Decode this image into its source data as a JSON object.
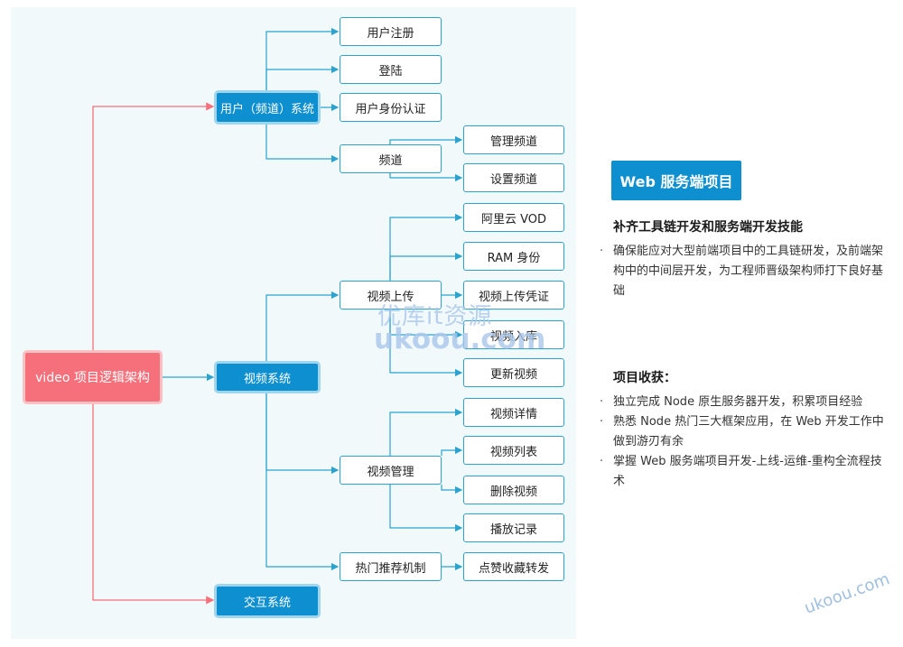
{
  "diagram": {
    "root": "video 项目逻辑架构",
    "systems": {
      "user": "用户（频道）系统",
      "video": "视频系统",
      "interaction": "交互系统"
    },
    "user_children": [
      "用户注册",
      "登陆",
      "用户身份认证",
      "频道"
    ],
    "channel_children": [
      "管理频道",
      "设置频道"
    ],
    "video_children": [
      "视频上传",
      "视频管理",
      "热门推荐机制"
    ],
    "upload_children": [
      "阿里云 VOD",
      "RAM 身份",
      "视频上传凭证",
      "视频入库",
      "更新视频"
    ],
    "manage_children": [
      "视频详情",
      "视频列表",
      "删除视频",
      "播放记录"
    ],
    "recommend_children": [
      "点赞收藏转发"
    ]
  },
  "info": {
    "badge": "Web 服务端项目",
    "heading1": "补齐工具链开发和服务端开发技能",
    "para1": "确保能应对大型前端项目中的工具链研发，及前端架构中的中间层开发，为工程师晋级架构师打下良好基础",
    "heading2": "项目收获：",
    "gains": [
      "独立完成 Node 原生服务器开发，积累项目经验",
      "熟悉 Node 热门三大框架应用，在 Web 开发工作中做到游刃有余",
      "掌握 Web 服务端项目开发-上线-运维-重构全流程技术"
    ]
  },
  "watermark": {
    "line1": "优库it资源",
    "line2": "ukoou.com",
    "corner": "ukoou.com"
  },
  "colors": {
    "root": "#f5707a",
    "system": "#0e8fd0",
    "leaf_border": "#2aa3cf",
    "connector_red": "#f5707a",
    "connector_blue": "#2aa3cf"
  }
}
